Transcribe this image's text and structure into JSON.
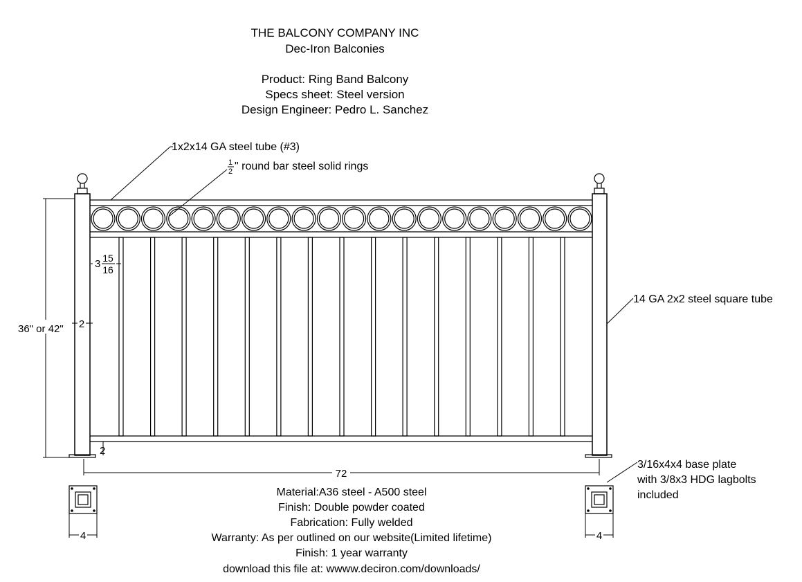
{
  "header": {
    "company": "THE BALCONY COMPANY INC",
    "subtitle": "Dec-Iron Balconies",
    "product": "Product: Ring Band Balcony",
    "specs": "Specs sheet: Steel version",
    "engineer": "Design Engineer: Pedro L. Sanchez"
  },
  "callouts": {
    "top_rail": "1x2x14 GA steel tube (#3)",
    "rings_frac_num": "1",
    "rings_frac_den": "2",
    "rings": "\" round bar steel solid rings",
    "post": "14 GA 2x2 steel square tube",
    "base_plate_line1": "3/16x4x4 base plate",
    "base_plate_line2": "with 3/8x3 HDG lagbolts",
    "base_plate_line3": "included"
  },
  "dimensions": {
    "height": "36\" or 42\"",
    "post_width": "2",
    "picket_spacing_whole": "3",
    "picket_spacing_num": "15",
    "picket_spacing_den": "16",
    "bottom_gap": "2",
    "overall_width": "72",
    "plate_left": "4",
    "plate_right": "4"
  },
  "notes": [
    "Material:A36 steel - A500 steel",
    "Finish: Double powder coated",
    "Fabrication: Fully welded",
    "Warranty: As per outlined on our website(Limited lifetime)",
    "Finish: 1 year warranty",
    "download this file at: wwww.deciron.com/downloads/"
  ],
  "railing": {
    "ring_count": 20,
    "picket_count": 15
  }
}
